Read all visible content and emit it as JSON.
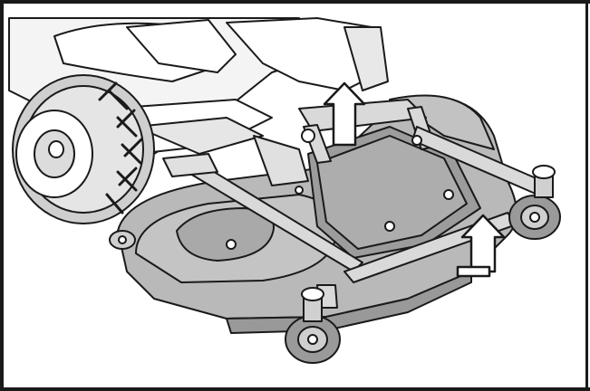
{
  "figure": {
    "icon": "mower-deck-illustration",
    "deck_color": "#b9b9b9",
    "deck_shade": "#9c9c9c",
    "line_color": "#1a1a1a",
    "arrows": [
      {
        "name": "lift-arrow-up",
        "direction": "up"
      },
      {
        "name": "lift-arrow-up-down",
        "direction": "up-down"
      }
    ]
  }
}
